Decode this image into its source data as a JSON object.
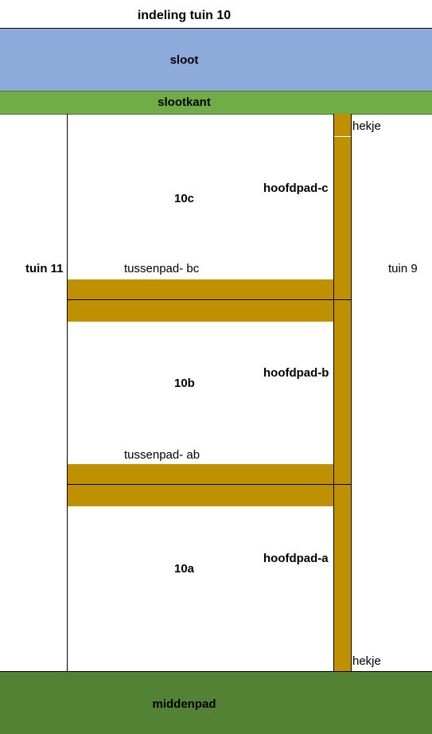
{
  "title": "indeling tuin 10",
  "colors": {
    "sloot": "#8eaadb",
    "slootkant": "#70ad47",
    "middenpad": "#548235",
    "path": "#bf9000"
  },
  "zones": {
    "sloot": "sloot",
    "slootkant": "slootkant",
    "middenpad": "middenpad"
  },
  "neighbors": {
    "left": "tuin 11",
    "right": "tuin 9"
  },
  "sections": {
    "c": "10c",
    "b": "10b",
    "a": "10a"
  },
  "main_paths": {
    "c": "hoofdpad-c",
    "b": "hoofdpad-b",
    "a": "hoofdpad-a"
  },
  "cross_paths": {
    "bc": "tussenpad- bc",
    "ab": "tussenpad- ab"
  },
  "gates": {
    "top": "hekje",
    "bottom": "hekje"
  }
}
